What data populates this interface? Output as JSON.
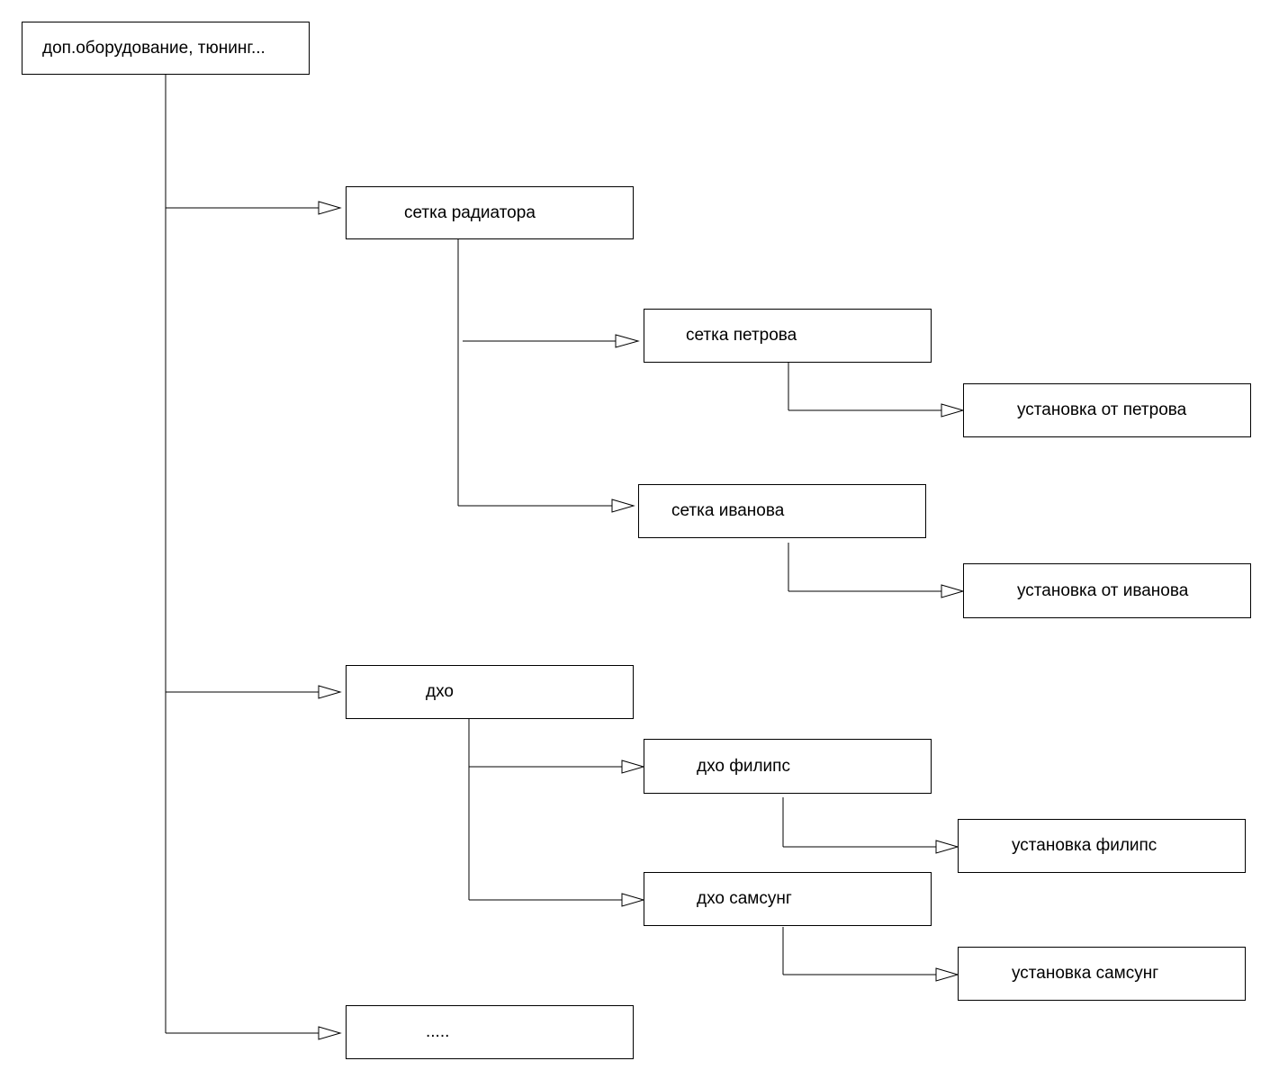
{
  "nodes": {
    "root": "доп.оборудование, тюнинг...",
    "grille": "сетка радиатора",
    "grille_petrov": "сетка петрова",
    "install_petrov": "установка от петрова",
    "grille_ivanov": "сетка иванова",
    "install_ivanov": "установка от иванова",
    "drl": "дхо",
    "drl_philips": "дхо филипс",
    "install_philips": "установка филипс",
    "drl_samsung": "дхо самсунг",
    "install_samsung": "установка самсунг",
    "more": "....."
  }
}
